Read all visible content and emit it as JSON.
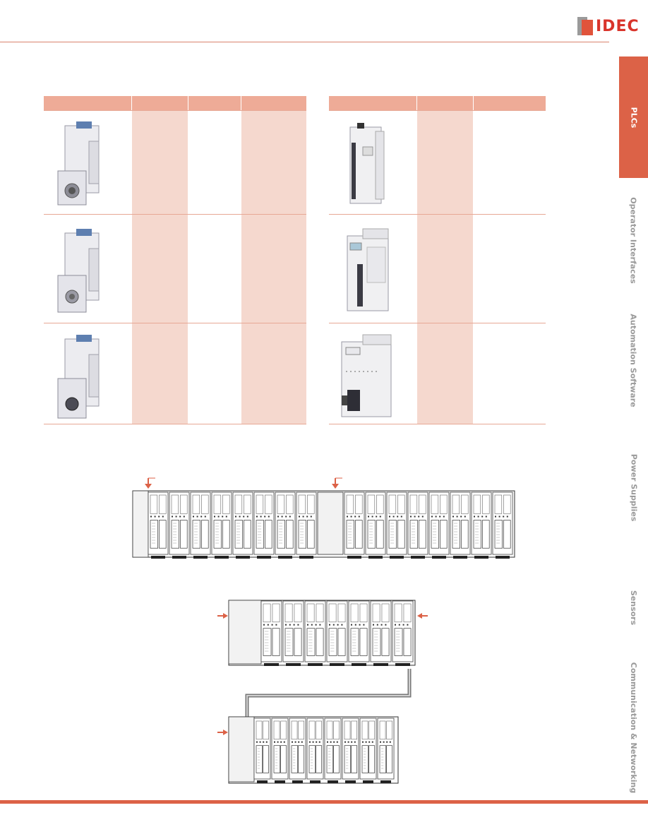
{
  "brand": {
    "logo_text": "IDEC",
    "accent_color": "#dc6247",
    "header_color": "#eeab97",
    "shade_color": "#f5d8ce"
  },
  "sidebar": {
    "tabs": [
      {
        "label": "PLCs",
        "active": true
      },
      {
        "label": "Operator Interfaces",
        "active": false
      },
      {
        "label": "Automation Software",
        "active": false
      },
      {
        "label": "Power Supplies",
        "active": false
      },
      {
        "label": "Sensors",
        "active": false
      },
      {
        "label": "Communication & Networking",
        "active": false
      }
    ]
  },
  "icons": [
    "idec-logo-icon",
    "arrow-down-icon",
    "arrow-right-icon",
    "arrow-left-icon"
  ]
}
